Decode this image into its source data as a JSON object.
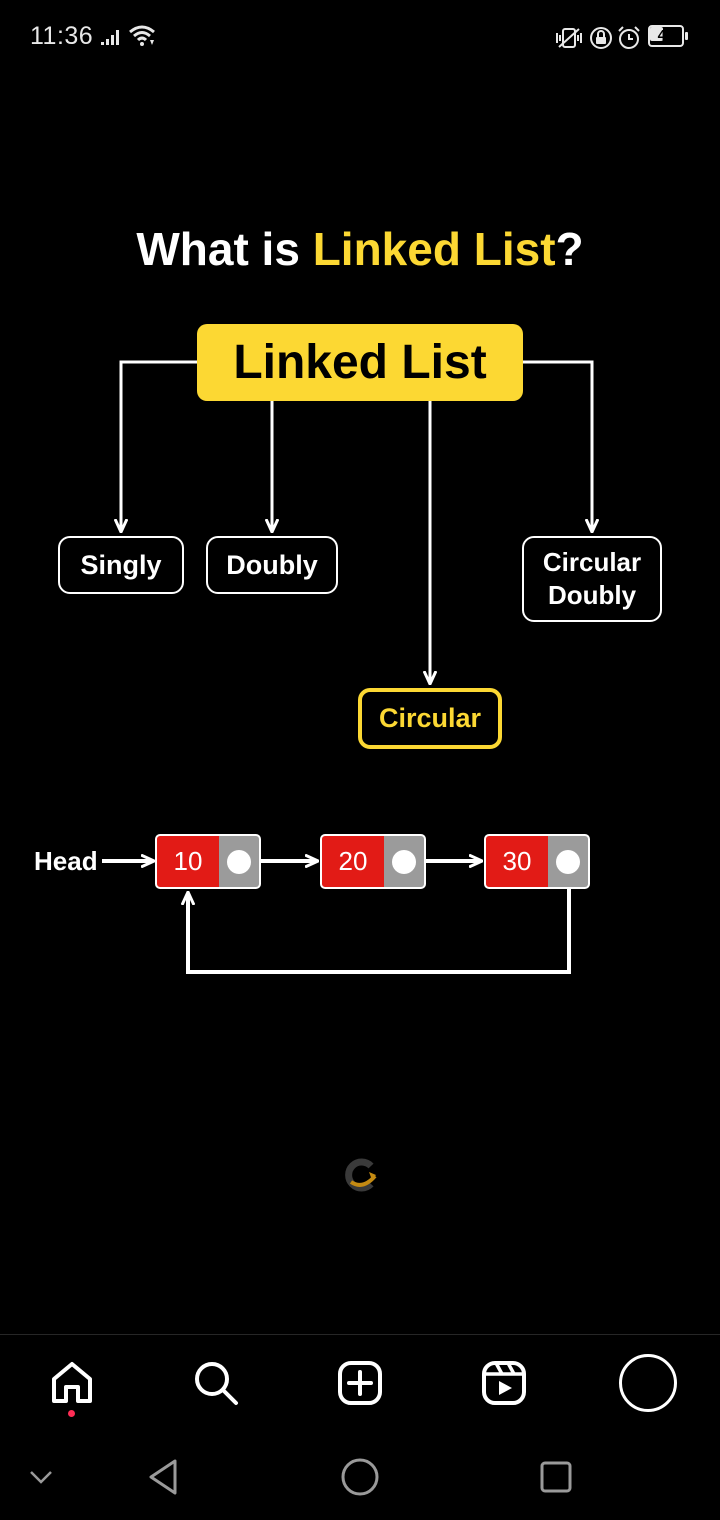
{
  "status_bar": {
    "time": "11:36",
    "battery_level_percent": 40,
    "battery_text": "40"
  },
  "slide": {
    "title_part1": "What is ",
    "title_highlight": "Linked List",
    "title_part2": "?",
    "root_label": "Linked List",
    "types": {
      "singly": "Singly",
      "doubly": "Doubly",
      "circular": "Circular",
      "circular_doubly_line1": "Circular",
      "circular_doubly_line2": "Doubly"
    },
    "example": {
      "head_label": "Head",
      "nodes": [
        "10",
        "20",
        "30"
      ]
    }
  },
  "colors": {
    "accent_yellow": "#fcd833",
    "node_red": "#e21b16",
    "pointer_gray": "#9b9b9b",
    "background": "#000000"
  },
  "icons": {
    "status": [
      "signal-icon",
      "wifi-icon",
      "vibrate-icon",
      "lock-rotation-icon",
      "alarm-icon",
      "battery-icon"
    ],
    "bottom_nav": [
      "home-icon",
      "search-icon",
      "create-icon",
      "reels-icon",
      "profile-icon"
    ],
    "system_nav": [
      "hide-nav-icon",
      "back-icon",
      "home-circle-icon",
      "recents-icon"
    ]
  }
}
